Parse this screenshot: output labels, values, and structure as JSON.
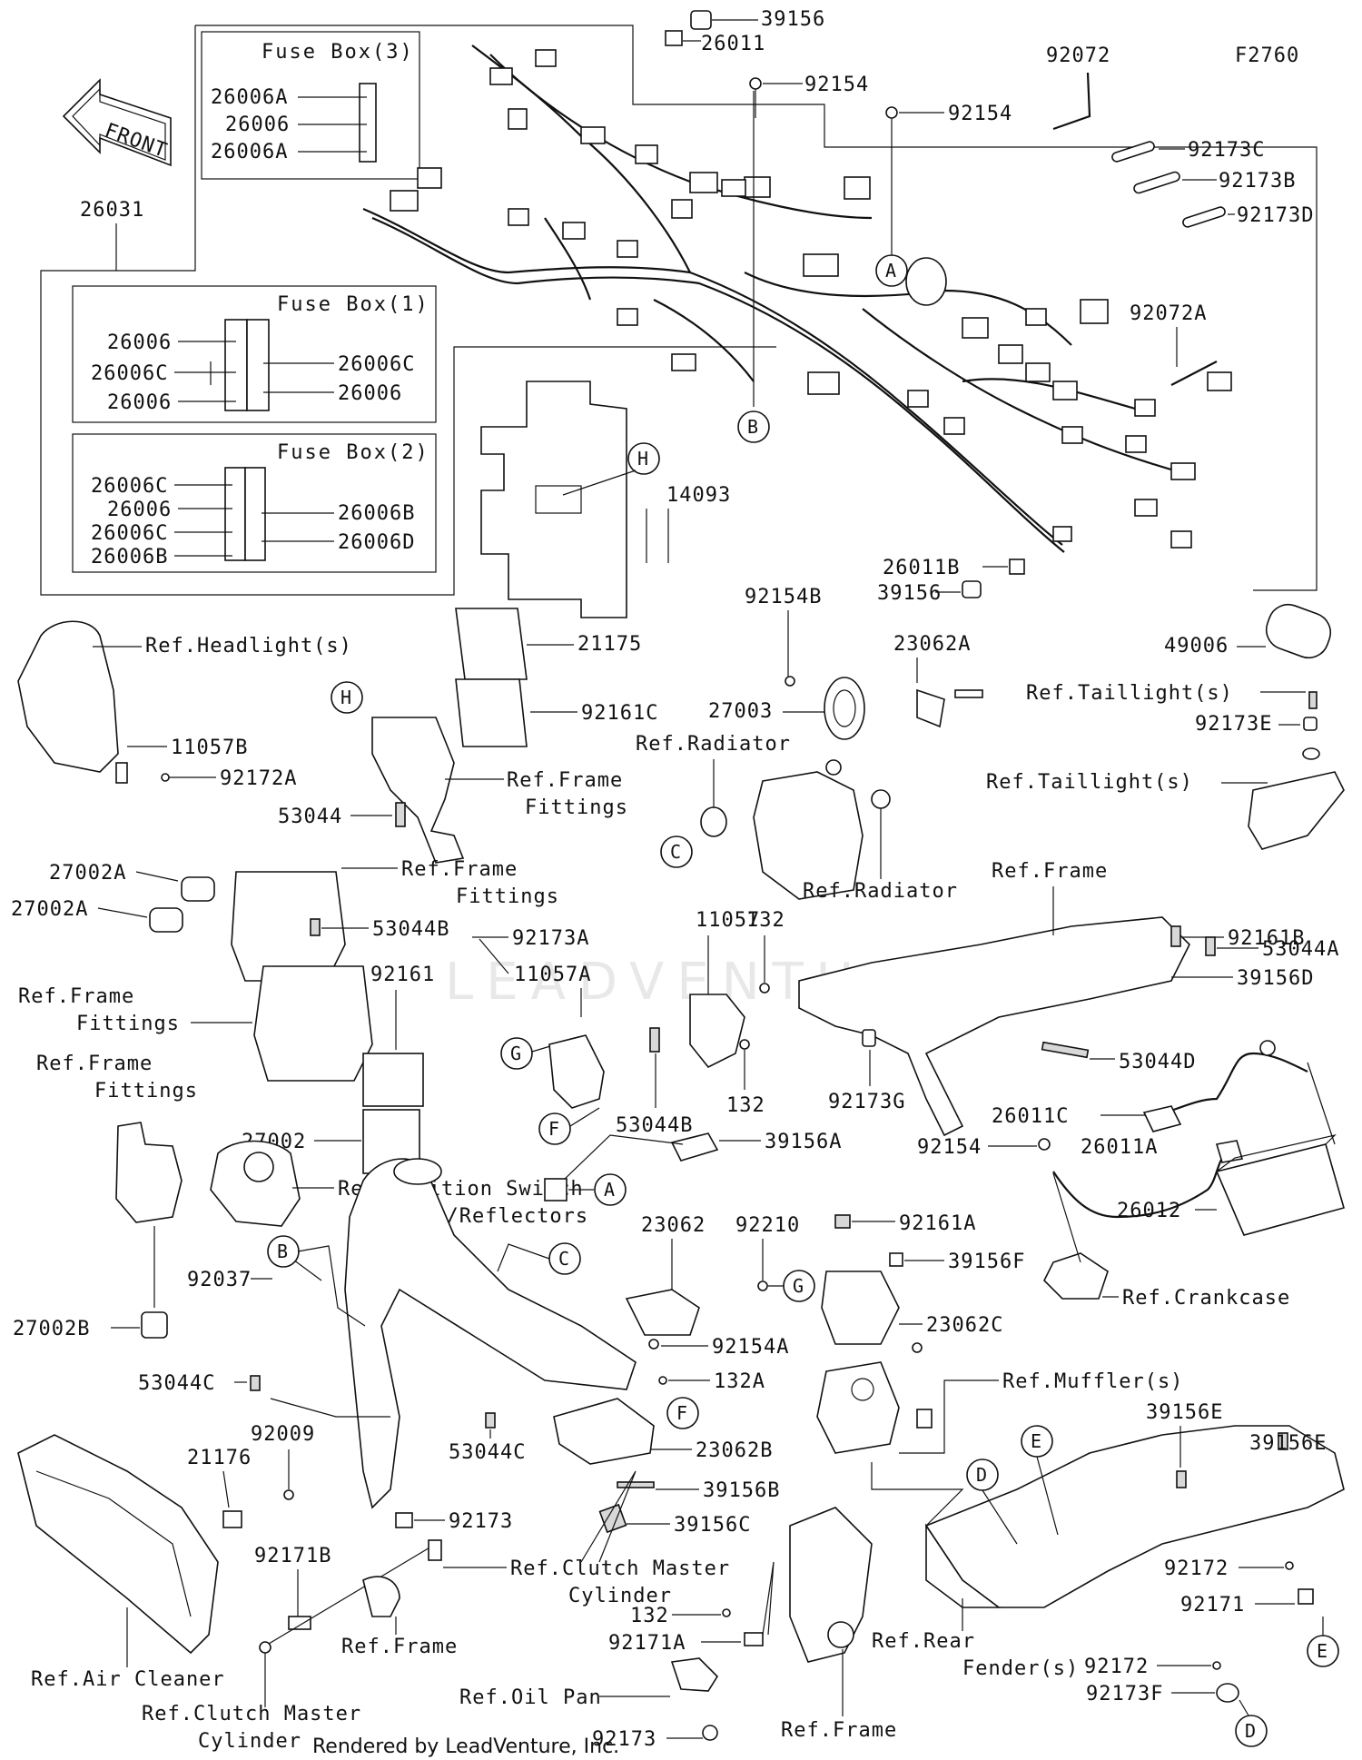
{
  "diagram_id": "F2760",
  "front_label": "FRONT",
  "credit": "Rendered by LeadVenture, Inc.",
  "watermark": "LEADVENTURE",
  "fuse_boxes": {
    "box3": {
      "title": "Fuse Box(3)",
      "labels": [
        "26006A",
        "26006",
        "26006A"
      ]
    },
    "box1": {
      "title": "Fuse Box(1)",
      "left": [
        "26006",
        "26006C",
        "26006"
      ],
      "right": [
        "26006C",
        "26006"
      ]
    },
    "box2": {
      "title": "Fuse Box(2)",
      "left": [
        "26006C",
        "26006",
        "26006C",
        "26006B"
      ],
      "right": [
        "26006B",
        "26006D"
      ]
    }
  },
  "callouts": {
    "c_26031": "26031",
    "c_39156_top": "39156",
    "c_26011": "26011",
    "c_92154_a": "92154",
    "c_92154_b": "92154",
    "c_92072": "92072",
    "c_92173C": "92173C",
    "c_92173B": "92173B",
    "c_92173D": "92173D",
    "c_92072A": "92072A",
    "c_14093": "14093",
    "c_26011B": "26011B",
    "c_39156_mid": "39156",
    "c_49006": "49006",
    "c_92154B": "92154B",
    "c_23062A": "23062A",
    "c_27003": "27003",
    "c_21175": "21175",
    "c_92161C": "92161C",
    "c_ref_headlight": "Ref.Headlight(s)",
    "c_11057B": "11057B",
    "c_92172A": "92172A",
    "c_ref_frame_fittings_1a": "Ref.Frame",
    "c_ref_frame_fittings_1b": "Fittings",
    "c_53044": "53044",
    "c_ref_radiator_1": "Ref.Radiator",
    "c_ref_radiator_2": "Ref.Radiator",
    "c_ref_taillight_1": "Ref.Taillight(s)",
    "c_92173E": "92173E",
    "c_ref_taillight_2": "Ref.Taillight(s)",
    "c_27002A_1": "27002A",
    "c_27002A_2": "27002A",
    "c_ref_frame_fittings_2a": "Ref.Frame",
    "c_ref_frame_fittings_2b": "Fittings",
    "c_53044B_1": "53044B",
    "c_92173A": "92173A",
    "c_ref_frame_1": "Ref.Frame",
    "c_92161B": "92161B",
    "c_53044A": "53044A",
    "c_39156D": "39156D",
    "c_11057": "11057",
    "c_132_1": "132",
    "c_11057A": "11057A",
    "c_92161": "92161",
    "c_ref_frame_fittings_3a": "Ref.Frame",
    "c_ref_frame_fittings_3b": "Fittings",
    "c_ref_frame_fittings_4a": "Ref.Frame",
    "c_ref_frame_fittings_4b": "Fittings",
    "c_53044D": "53044D",
    "c_132_2": "132",
    "c_53044B_2": "53044B",
    "c_92173G": "92173G",
    "c_26011C": "26011C",
    "c_27002": "27002",
    "c_39156A": "39156A",
    "c_92154_c": "92154",
    "c_26011A": "26011A",
    "c_ref_ignition_a": "Ref.Ignition Switch",
    "c_ref_ignition_b": "/Locks/Reflectors",
    "c_23062": "23062",
    "c_92210": "92210",
    "c_92161A": "92161A",
    "c_26012": "26012",
    "c_92037": "92037",
    "c_39156F": "39156F",
    "c_ref_crankcase": "Ref.Crankcase",
    "c_27002B": "27002B",
    "c_92154A": "92154A",
    "c_23062C": "23062C",
    "c_132A": "132A",
    "c_ref_mufflers": "Ref.Muffler(s)",
    "c_53044C_1": "53044C",
    "c_53044C_2": "53044C",
    "c_92009": "92009",
    "c_21176": "21176",
    "c_23062B": "23062B",
    "c_39156E_1": "39156E",
    "c_39156E_2": "39156E",
    "c_39156B": "39156B",
    "c_92173": "92173",
    "c_39156C": "39156C",
    "c_92171B": "92171B",
    "c_ref_clutch_1a": "Ref.Clutch Master",
    "c_ref_clutch_1b": "Cylinder",
    "c_132_3": "132",
    "c_92171A": "92171A",
    "c_92172_1": "92172",
    "c_92171": "92171",
    "c_ref_frame_2": "Ref.Frame",
    "c_ref_rear_fender_a": "Ref.Rear",
    "c_ref_rear_fender_b": "Fender(s)",
    "c_ref_air_cleaner": "Ref.Air Cleaner",
    "c_ref_oil_pan": "Ref.Oil Pan",
    "c_92172_2": "92172",
    "c_92173F": "92173F",
    "c_ref_clutch_2a": "Ref.Clutch Master",
    "c_ref_clutch_2b": "Cylinder",
    "c_92173_b": "92173",
    "c_ref_frame_3": "Ref.Frame"
  },
  "reference_circles": [
    "A",
    "B",
    "H",
    "C",
    "G",
    "F",
    "E",
    "D"
  ]
}
